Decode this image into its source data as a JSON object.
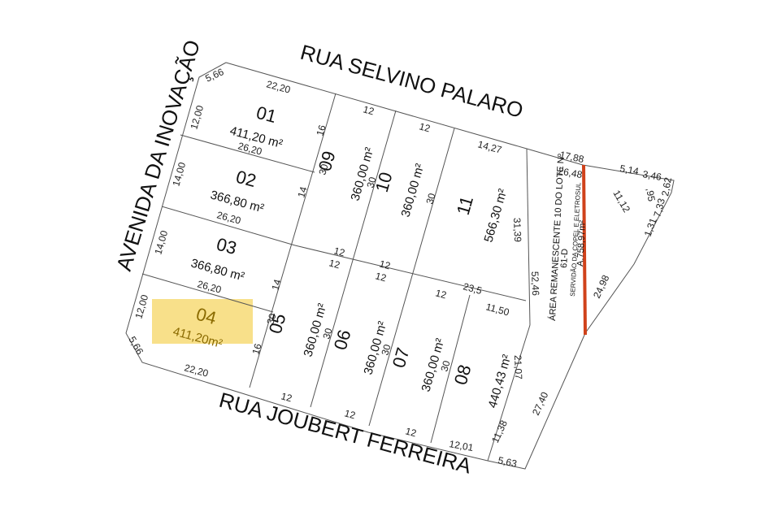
{
  "streets": {
    "north": "RUA SELVINO  PALARO",
    "west": "AVENIDA DA INOVAÇÃO",
    "south": "RUA JOUBERT FERREIRA"
  },
  "lots": [
    {
      "num": "01",
      "area": "411,20 m²"
    },
    {
      "num": "02",
      "area": "366,80 m²"
    },
    {
      "num": "03",
      "area": "366,80 m²"
    },
    {
      "num": "04",
      "area": "411,20m²",
      "highlighted": true
    },
    {
      "num": "05",
      "area": "360,00 m²"
    },
    {
      "num": "06",
      "area": "360,00 m²"
    },
    {
      "num": "07",
      "area": "360,00 m²"
    },
    {
      "num": "08",
      "area": "440,43 m²"
    },
    {
      "num": "09",
      "area": "360,00 m²"
    },
    {
      "num": "10",
      "area": "360,00 m²"
    },
    {
      "num": "11",
      "area": "566,30 m²"
    }
  ],
  "remnant": {
    "title": "ÁREA REMANESCENTE 10 DO LOTE Nº",
    "code": "61-D",
    "easement": "SERVIDÃO DA COPEL E ELETROSUL",
    "area": "A.758,97m²"
  },
  "dims": {
    "d566_top": "5,66",
    "d2220_top": "22,20",
    "d1200_top": "12,00",
    "d2620_a": "26,20",
    "d16_a": "16",
    "d1400_a": "14,00",
    "d30_a": "30",
    "d14_a": "14",
    "d2620_b": "26,20",
    "d1400_b": "14,00",
    "d2620_c": "26,20",
    "d14_b": "14",
    "d1200_bot": "12,00",
    "d566_bot": "5,66",
    "d16_b": "16",
    "d30_b": "30",
    "d2220_bot": "22,20",
    "d12_n1": "12",
    "d12_n2": "12",
    "d1427": "14,27",
    "d1788": "17,88",
    "d2648": "26,48",
    "d514": "5,14",
    "d346": "3,46",
    "d262": "2,62",
    "d95": ",95",
    "d733": "7,33",
    "d131": "1,31",
    "d1112": "11,12",
    "d3139": "31,39",
    "d5246": "52,46",
    "d2498": "24,98",
    "d12_m1": "12",
    "d12_m2": "12",
    "d12_m3": "12",
    "d12_m4": "12",
    "d12_m5": "12",
    "d235": "23,5",
    "d1150": "11,50",
    "d2107": "21,07",
    "d30_c": "30",
    "d30_d": "30",
    "d30_e": "30",
    "d30_f": "30",
    "d30_g": "30",
    "d12_s1": "12",
    "d12_s2": "12",
    "d12_s3": "12",
    "d1201": "12,01",
    "d1138": "11,38",
    "d563": "5,63",
    "d2740": "27,40"
  },
  "colors": {
    "highlight": "#f8e08a",
    "easement_line": "#d0421b",
    "lines": "#555555"
  }
}
